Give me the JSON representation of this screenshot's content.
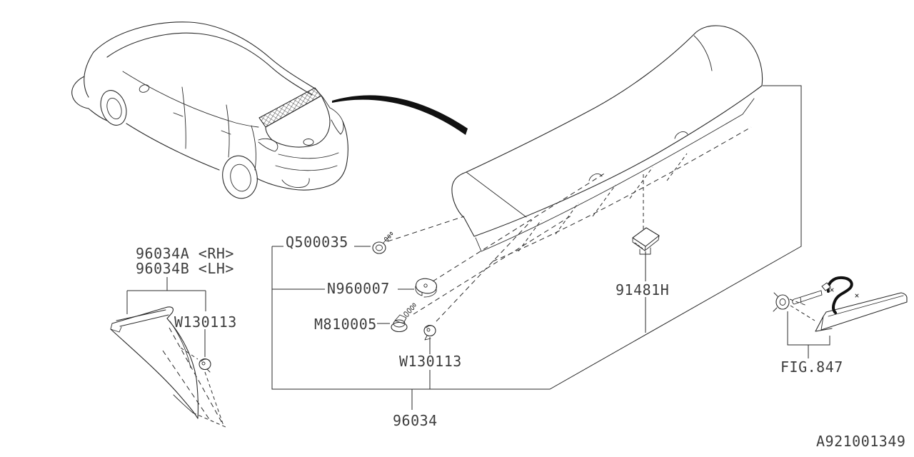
{
  "labels": {
    "garnish_rh": "96034A <RH>",
    "garnish_lh": "96034B <LH>",
    "clip_garnish": "W130113",
    "screw_clip": "Q500035",
    "nut": "N960007",
    "bolt": "M810005",
    "clip_spoiler_center": "W130113",
    "spoiler_assembly": "96034",
    "clip_spoiler_top": "91481H",
    "figure_ref": "FIG.847",
    "drawing_code": "A921001349"
  },
  "colors": {
    "line": "#2a2a2a",
    "label_text": "#3d3d3d",
    "background": "#ffffff"
  }
}
